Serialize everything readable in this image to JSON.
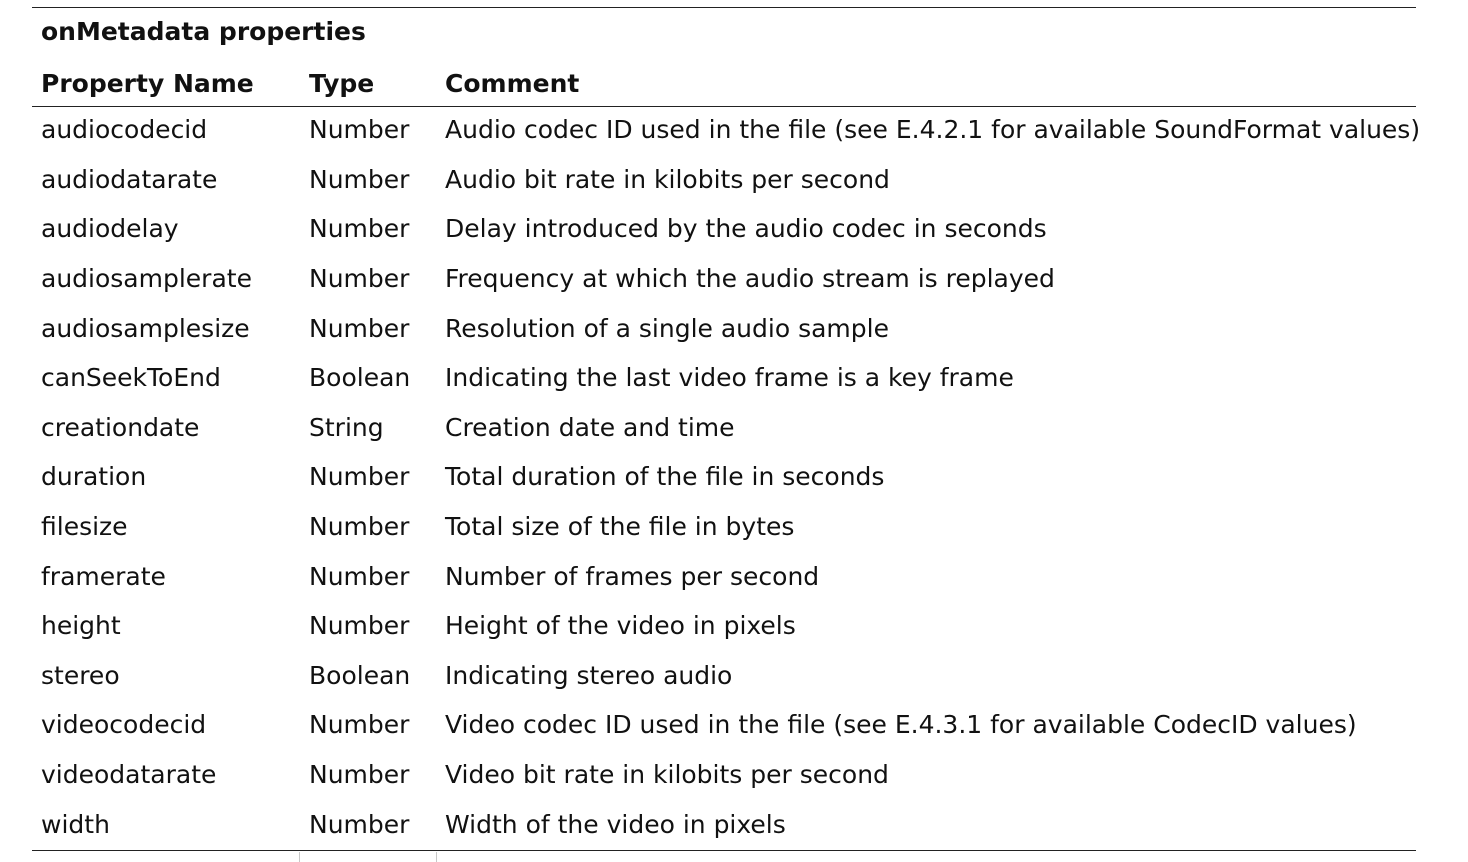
{
  "table": {
    "caption": "onMetadata properties",
    "columns": [
      "Property Name",
      "Type",
      "Comment"
    ],
    "rows": [
      [
        "audiocodecid",
        "Number",
        "Audio codec ID used in the file (see E.4.2.1 for available SoundFormat values)"
      ],
      [
        "audiodatarate",
        "Number",
        "Audio bit rate in kilobits per second"
      ],
      [
        "audiodelay",
        "Number",
        "Delay introduced by the audio codec in seconds"
      ],
      [
        "audiosamplerate",
        "Number",
        "Frequency at which the audio stream is replayed"
      ],
      [
        "audiosamplesize",
        "Number",
        "Resolution of a single audio sample"
      ],
      [
        "canSeekToEnd",
        "Boolean",
        "Indicating the last video frame is a key frame"
      ],
      [
        "creationdate",
        "String",
        "Creation date and time"
      ],
      [
        "duration",
        "Number",
        "Total duration of the file in seconds"
      ],
      [
        "filesize",
        "Number",
        "Total size of the file in bytes"
      ],
      [
        "framerate",
        "Number",
        "Number of frames per second"
      ],
      [
        "height",
        "Number",
        "Height of the video in pixels"
      ],
      [
        "stereo",
        "Boolean",
        "Indicating stereo audio"
      ],
      [
        "videocodecid",
        "Number",
        "Video codec ID used in the file (see E.4.3.1 for available CodecID values)"
      ],
      [
        "videodatarate",
        "Number",
        "Video bit rate in kilobits per second"
      ],
      [
        "width",
        "Number",
        "Width of the video in pixels"
      ]
    ]
  }
}
